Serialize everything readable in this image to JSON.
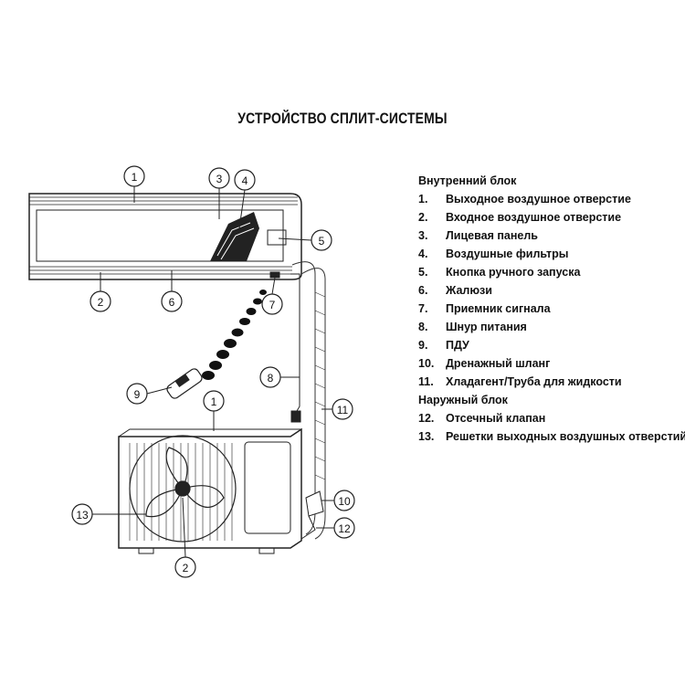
{
  "title": "УСТРОЙСТВО СПЛИТ-СИСТЕМЫ",
  "legend": {
    "indoor_header": "Внутренний блок",
    "indoor_items": [
      {
        "num": "1.",
        "label": "Выходное воздушное отверстие"
      },
      {
        "num": "2.",
        "label": "Входное воздушное отверстие"
      },
      {
        "num": "3.",
        "label": "Лицевая панель"
      },
      {
        "num": "4.",
        "label": "Воздушные фильтры"
      },
      {
        "num": "5.",
        "label": "Кнопка ручного запуска"
      },
      {
        "num": "6.",
        "label": "Жалюзи"
      },
      {
        "num": "7.",
        "label": "Приемник сигнала"
      },
      {
        "num": "8.",
        "label": "Шнур питания"
      },
      {
        "num": "9.",
        "label": "ПДУ"
      },
      {
        "num": "10.",
        "label": "Дренажный шланг"
      },
      {
        "num": "11.",
        "label": "Хладагент/Труба для жидкости"
      }
    ],
    "outdoor_header": "Наружный блок",
    "outdoor_items": [
      {
        "num": "12.",
        "label": "Отсечный клапан"
      },
      {
        "num": "13.",
        "label": "Решетки выходных воздушных отверстий"
      }
    ]
  },
  "callouts": {
    "indoor_1": "1",
    "indoor_2": "2",
    "indoor_3": "3",
    "indoor_4": "4",
    "indoor_5": "5",
    "indoor_6": "6",
    "indoor_7": "7",
    "indoor_8": "8",
    "indoor_9": "9",
    "outdoor_1": "1",
    "outdoor_2": "2",
    "outdoor_10": "10",
    "outdoor_11": "11",
    "outdoor_12": "12",
    "outdoor_13": "13"
  }
}
